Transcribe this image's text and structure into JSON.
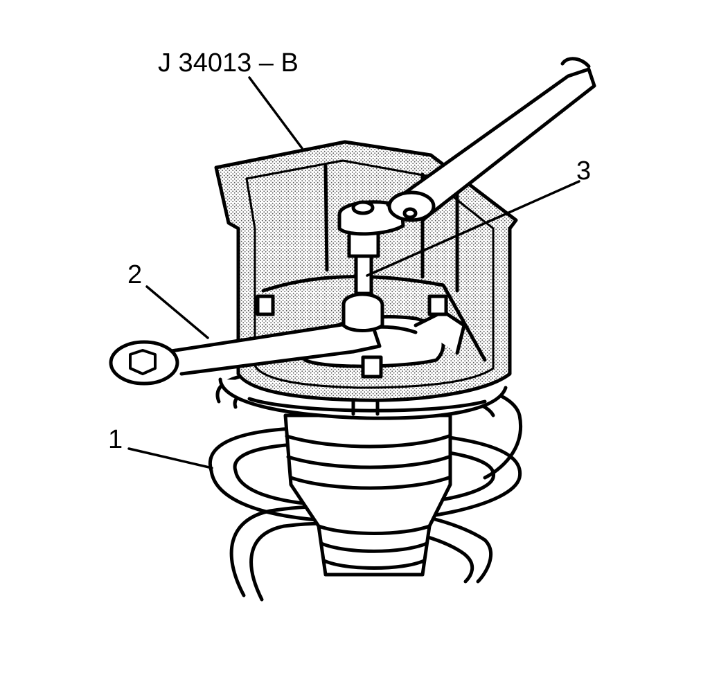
{
  "labels": {
    "tool": "J 34013 – B",
    "item_1": "1",
    "item_2": "2",
    "item_3": "3"
  },
  "colors": {
    "line": "#000000",
    "paper": "#ffffff",
    "shade": "#c9c9c9"
  }
}
